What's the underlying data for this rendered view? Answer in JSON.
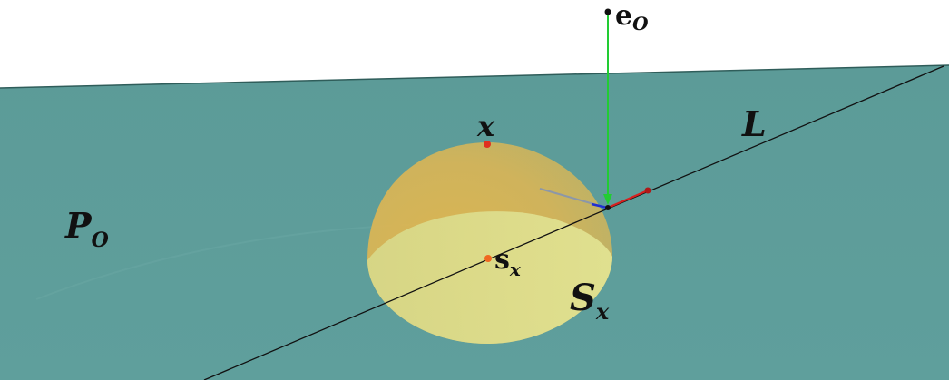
{
  "labels": {
    "eo_main": "e",
    "eo_sub": "O",
    "L": "L",
    "x": "x",
    "P_main": "P",
    "P_sub": "O",
    "s_main": "s",
    "s_sub": "x",
    "S_main": "S",
    "S_sub": "x"
  },
  "colors": {
    "plane": "#5e9d9a",
    "plane_edge": "#2f5d5a",
    "hemisphere_top": "#d9b04a",
    "hemisphere_base": "#dde28f",
    "line": "#111111",
    "vector_green": "#22cc33",
    "vector_red": "#d62020",
    "vector_blue": "#2030d0",
    "vector_gray": "#8c97a8",
    "point_red": "#e03020",
    "point_orange": "#f06820"
  }
}
